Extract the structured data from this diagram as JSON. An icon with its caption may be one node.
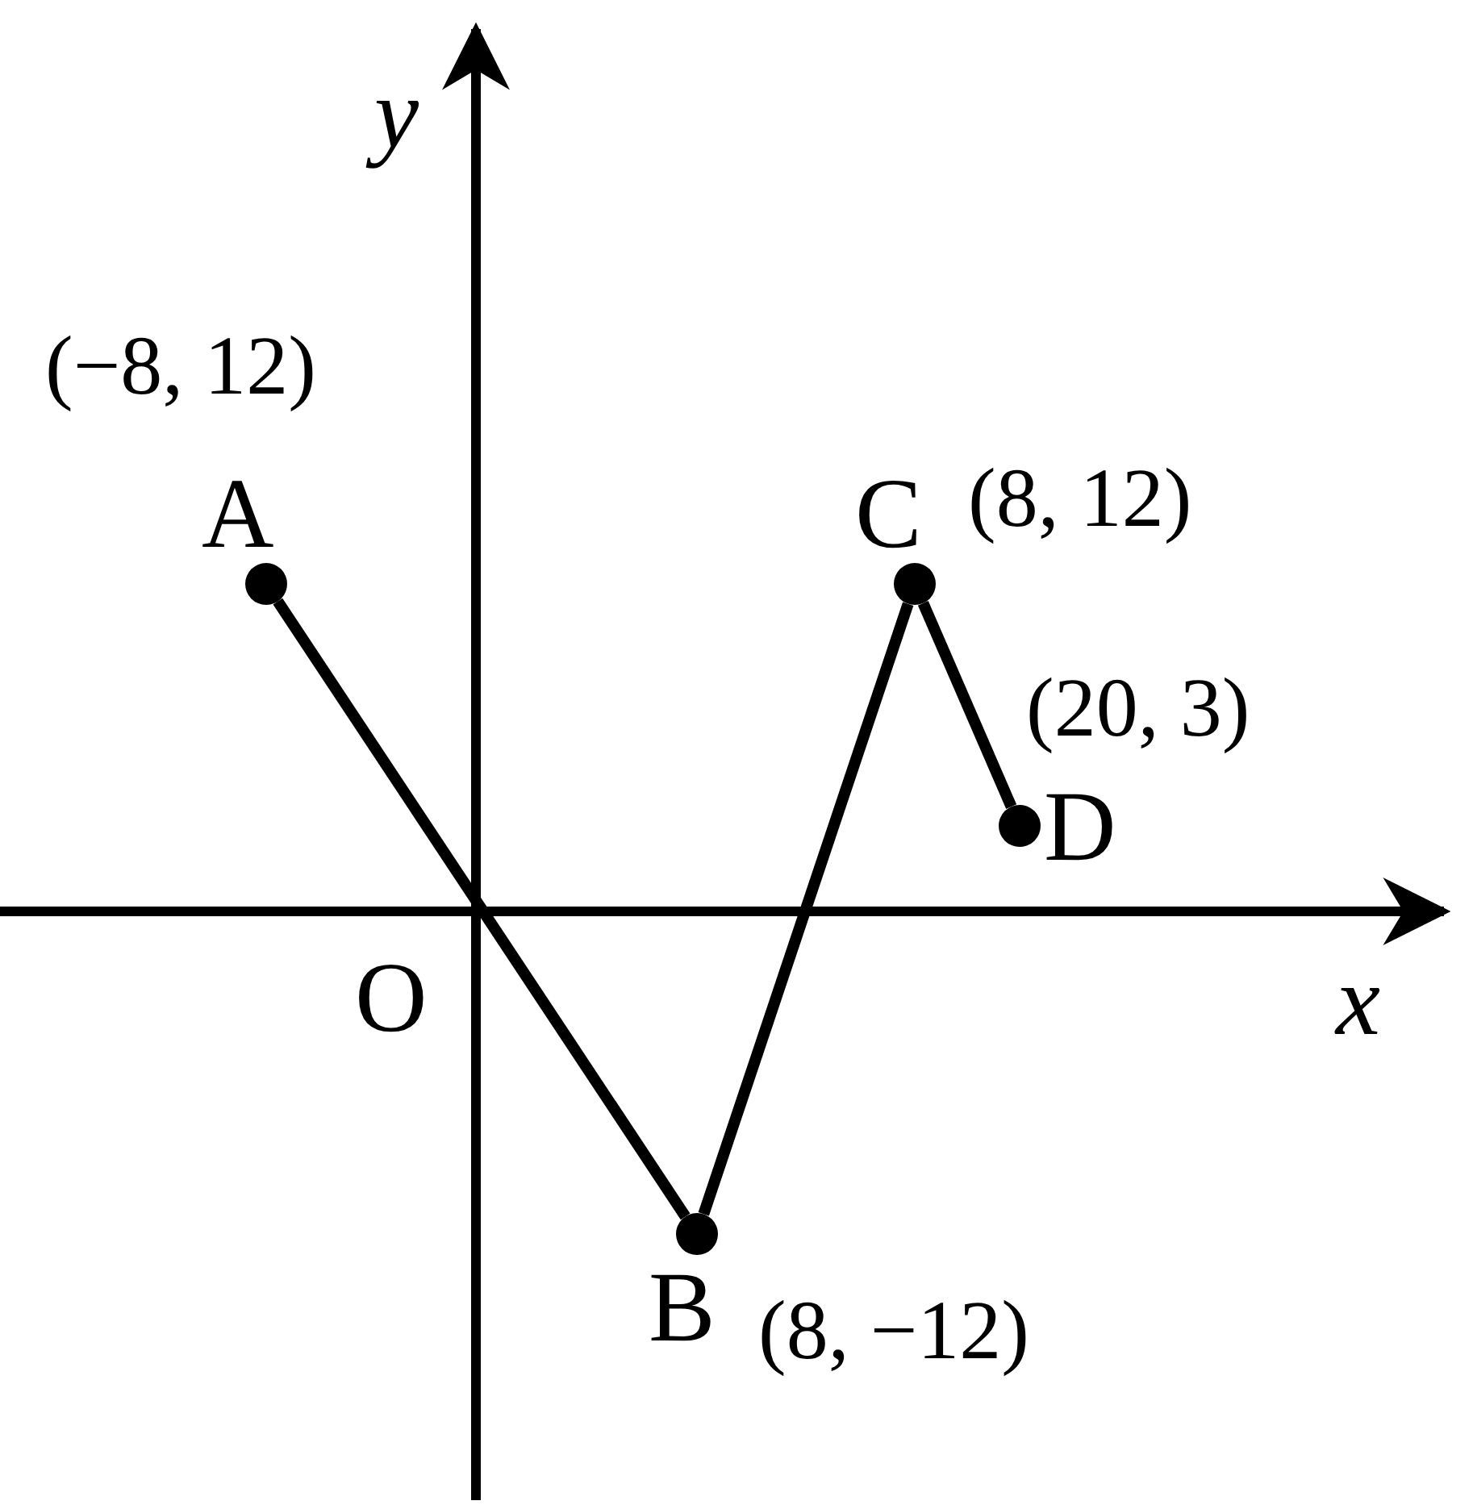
{
  "diagram": {
    "nodes": [
      {
        "text": [
          "A"
        ],
        "beside": [
          "(−8, 12)"
        ]
      },
      {
        "text": [
          "B"
        ],
        "beside": [
          "(8, −12)"
        ]
      },
      {
        "text": [
          "C"
        ],
        "beside": [
          "(8, 12)"
        ]
      },
      {
        "text": [
          "D"
        ],
        "beside": [
          "(20, 3)"
        ]
      }
    ],
    "edges": [
      {
        "from": 0,
        "to": 1,
        "arrow": "none"
      },
      {
        "from": 1,
        "to": 2,
        "arrow": "none"
      },
      {
        "from": 2,
        "to": 3,
        "arrow": "none"
      }
    ],
    "labels": [
      "y",
      "O",
      "x"
    ]
  }
}
